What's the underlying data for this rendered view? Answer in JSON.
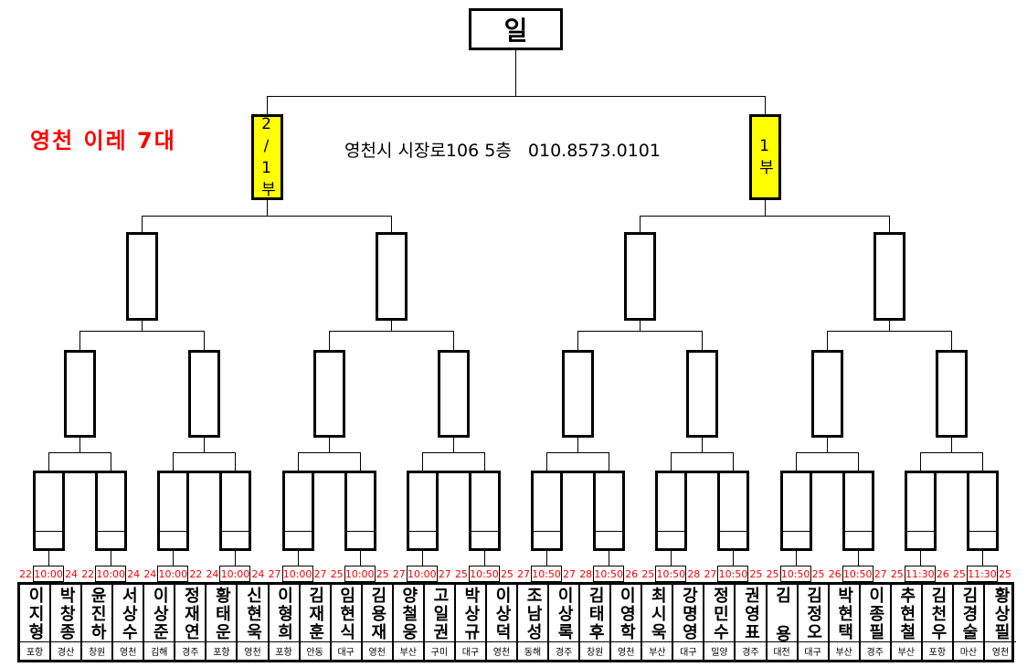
{
  "header": {
    "champion_label": "일",
    "title": "영천 이레 7대",
    "address": "영천시 시장로106 5층   010.8573.0101"
  },
  "divisions": [
    {
      "label": "2/1부",
      "color": "#ffff00"
    },
    {
      "label": "1부",
      "color": "#ffff00"
    }
  ],
  "accent_color": "#ff0000",
  "matches": [
    {
      "left": "22",
      "time": "10:00",
      "right": "24"
    },
    {
      "left": "22",
      "time": "10:00",
      "right": "24"
    },
    {
      "left": "24",
      "time": "10:00",
      "right": "22"
    },
    {
      "left": "24",
      "time": "10:00",
      "right": "24"
    },
    {
      "left": "27",
      "time": "10:00",
      "right": "27"
    },
    {
      "left": "25",
      "time": "10:00",
      "right": "25"
    },
    {
      "left": "27",
      "time": "10:00",
      "right": "27"
    },
    {
      "left": "25",
      "time": "10:50",
      "right": "25"
    },
    {
      "left": "27",
      "time": "10:50",
      "right": "27"
    },
    {
      "left": "28",
      "time": "10:50",
      "right": "26"
    },
    {
      "left": "25",
      "time": "10:50",
      "right": "28"
    },
    {
      "left": "27",
      "time": "10:50",
      "right": "25"
    },
    {
      "left": "25",
      "time": "10:50",
      "right": "25"
    },
    {
      "left": "26",
      "time": "10:50",
      "right": "27"
    },
    {
      "left": "25",
      "time": "11:30",
      "right": "26"
    },
    {
      "left": "25",
      "time": "11:30",
      "right": "25"
    }
  ],
  "players": [
    {
      "name": "이지형",
      "city": "포항"
    },
    {
      "name": "박창종",
      "city": "경산"
    },
    {
      "name": "윤진하",
      "city": "창원"
    },
    {
      "name": "서상수",
      "city": "영천"
    },
    {
      "name": "이상준",
      "city": "김해"
    },
    {
      "name": "정재연",
      "city": "경주"
    },
    {
      "name": "황태운",
      "city": "포항"
    },
    {
      "name": "신현욱",
      "city": "영천"
    },
    {
      "name": "이형희",
      "city": "포항"
    },
    {
      "name": "김재훈",
      "city": "안동"
    },
    {
      "name": "임현식",
      "city": "대구"
    },
    {
      "name": "김용재",
      "city": "영천"
    },
    {
      "name": "양철웅",
      "city": "부산"
    },
    {
      "name": "고일권",
      "city": "구미"
    },
    {
      "name": "박상규",
      "city": "대구"
    },
    {
      "name": "이상덕",
      "city": "영천"
    },
    {
      "name": "조남성",
      "city": "동해"
    },
    {
      "name": "이상록",
      "city": "경주"
    },
    {
      "name": "김태후",
      "city": "창원"
    },
    {
      "name": "이영학",
      "city": "영천"
    },
    {
      "name": "최시욱",
      "city": "부산"
    },
    {
      "name": "강명영",
      "city": "대구"
    },
    {
      "name": "정민수",
      "city": "밀양"
    },
    {
      "name": "권영표",
      "city": "경주"
    },
    {
      "name": "김용",
      "city": "대전"
    },
    {
      "name": "김정오",
      "city": "대구"
    },
    {
      "name": "박현택",
      "city": "부산"
    },
    {
      "name": "이종필",
      "city": "경주"
    },
    {
      "name": "추현철",
      "city": "부산"
    },
    {
      "name": "김천우",
      "city": "포항"
    },
    {
      "name": "김경술",
      "city": "마산"
    },
    {
      "name": "황상필",
      "city": "영천"
    }
  ]
}
